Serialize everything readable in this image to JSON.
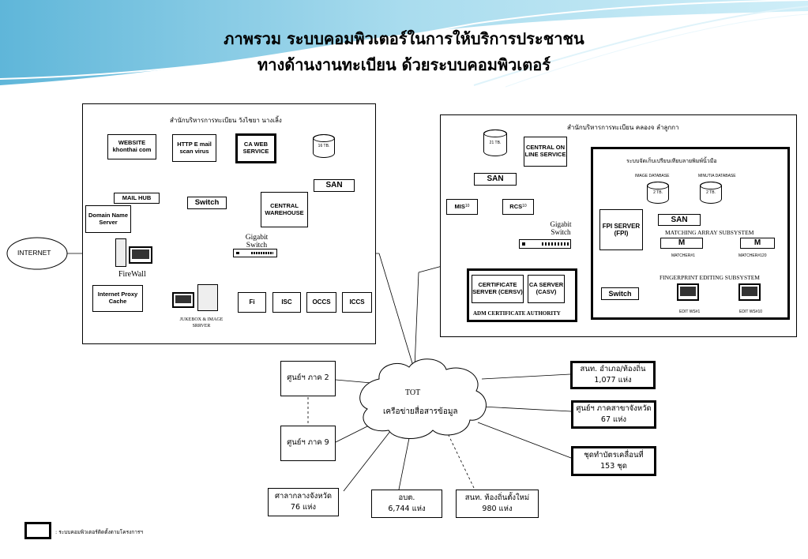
{
  "title": {
    "line1": "ภาพรวม ระบบคอมพิวเตอร์ในการให้บริการประชาชน",
    "line2": "ทางด้านงานทะเบียน ด้วยระบบคอมพิวเตอร์"
  },
  "left_site": {
    "caption": "สำนักบริหารการทะเบียน วังไชยา นางเลิ้ง",
    "website": "WEBSITE khonthai com",
    "http": "HTTP E mail scan virus",
    "ca_web": "CA WEB SERVICE",
    "storage_label": "16 TB.",
    "san": "SAN",
    "mail_hub": "MAIL HUB",
    "domain_server": "Domain Name Server",
    "switch": "Switch",
    "central_warehouse": "CENTRAL WAREHOUSE",
    "gigabit_switch": "Gigabit Switch",
    "firewall": "FireWall",
    "proxy": "Internet Proxy Cache",
    "jukebox": "JUKEBOX & IMAGE SRRVER",
    "fi": "Fi",
    "isc": "ISC",
    "occs": "OCCS",
    "iccs": "ICCS"
  },
  "internet": "INTERNET",
  "right_site": {
    "caption": "สำนักบริหารการทะเบียน คลองจ ลำลูกกา",
    "storage_label": "21 TB.",
    "central_online": "CENTRAL ON LINE SERVICE",
    "san": "SAN",
    "mis": "MIS",
    "mis_sub": "10",
    "rcs": "RCS",
    "rcs_sub": "10",
    "gigabit_switch": "Gigabit Switch",
    "cert_server": "CERTIFICATE SERVER (CERSV)",
    "ca_server": "CA SERVER (CASV)",
    "cert_authority": "ADM CERTIFICATE AUTHORITY"
  },
  "afis": {
    "caption": "ระบบจัดเก็บเปรียบเทียบลายพิมพ์นิ้วมือ",
    "image_db": "IMAGE DATABASE",
    "minutia_db": "MINUTIA DATABASE",
    "db1_size": "2 TB.",
    "db2_size": "2 TB.",
    "san": "SAN",
    "fpi": "FPI SERVER (FPI)",
    "matching": "MATCHING ARRAY SUBSYSTEM",
    "m1": "M",
    "m2": "M",
    "match1": "MATCHER#1",
    "match2": "MATCHER#120",
    "editing": "FINGERPRINT EDITING SUBSYSTEM",
    "switch": "Switch",
    "edit1": "EDIT WS#1",
    "edit2": "EDIT WS#10"
  },
  "network": {
    "cloud_line1": "TOT",
    "cloud_line2": "เครือข่ายสื่อสารข้อมูล",
    "region2": "ศูนย์ฯ ภาค 2",
    "region9": "ศูนย์ฯ ภาค 9",
    "provincial_hall": "ศาลากลางจังหวัด",
    "provincial_hall_count": "76 แห่ง",
    "obt": "อบต.",
    "obt_count": "6,744 แห่ง",
    "new_local": "สนท. ท้องถิ่นตั้งใหม่",
    "new_local_count": "980 แห่ง",
    "district": "สนท. อำเภอ/ท้องถิ่น",
    "district_count": "1,077 แห่ง",
    "branch": "ศูนย์ฯ ภาคสาขาจังหวัด",
    "branch_count": "67 แห่ง",
    "mobile": "ชุดทำบัตรเคลื่อนที่",
    "mobile_count": "153 ชุด"
  },
  "legend": ": ระบบคอมพิวเตอร์ติดตั้งตามโครงการฯ"
}
